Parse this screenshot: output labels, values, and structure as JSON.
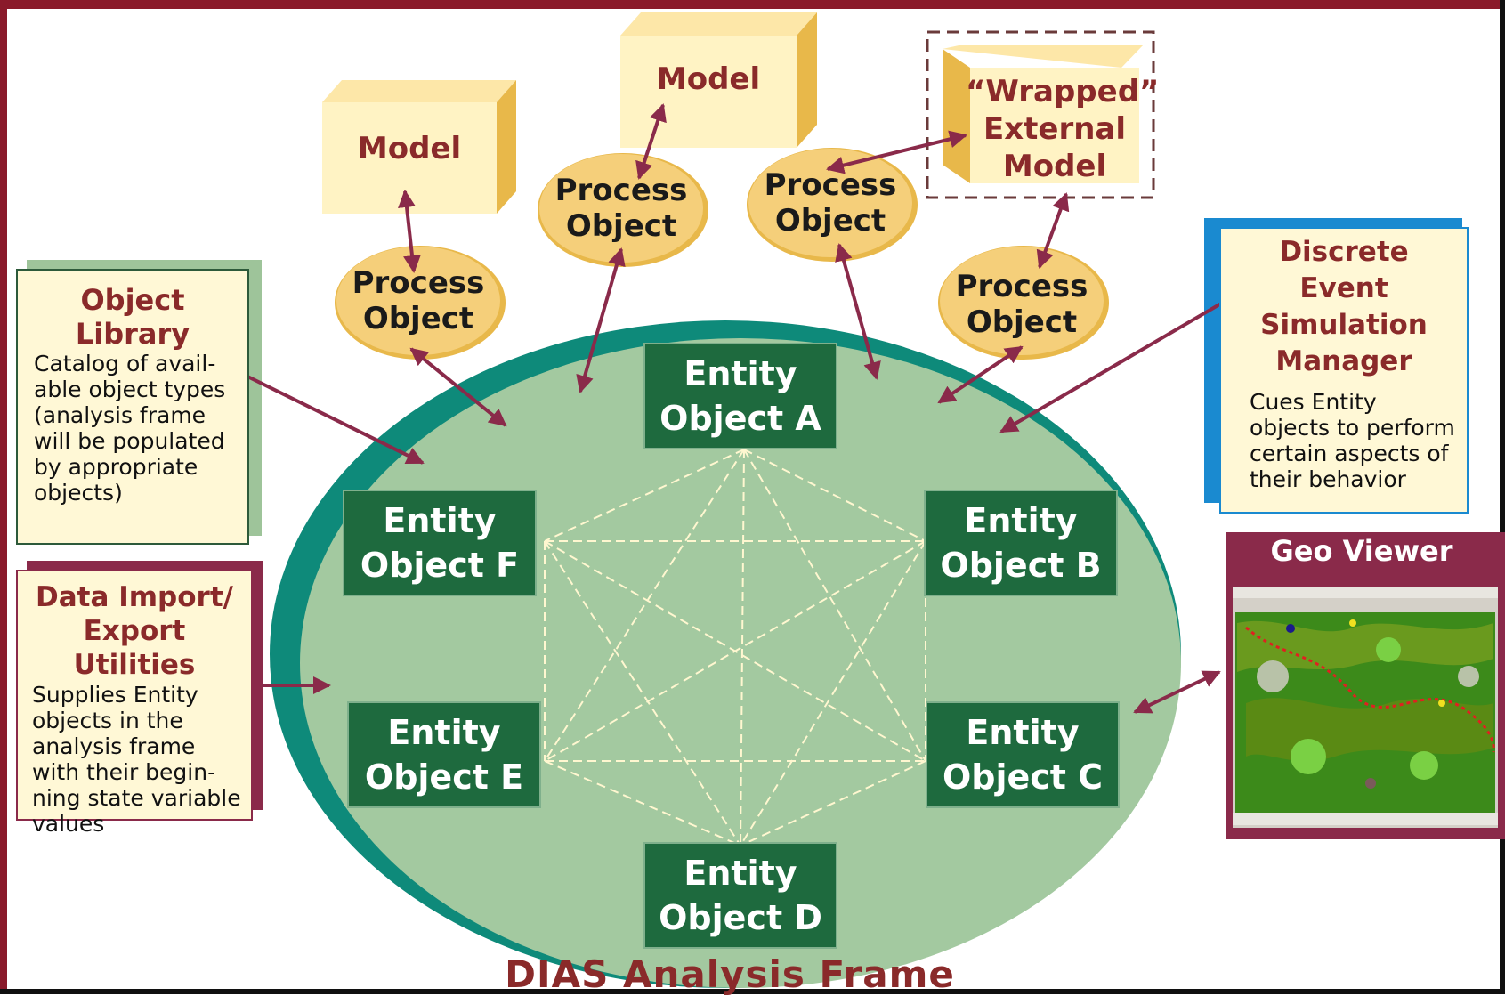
{
  "title": "DIAS Analysis Frame",
  "models": [
    {
      "label_lines": [
        "Model"
      ]
    },
    {
      "label_lines": [
        "Model"
      ]
    },
    {
      "label_lines": [
        "“Wrapped”",
        "External",
        "Model"
      ]
    }
  ],
  "process_objects": [
    {
      "line1": "Process",
      "line2": "Object"
    },
    {
      "line1": "Process",
      "line2": "Object"
    },
    {
      "line1": "Process",
      "line2": "Object"
    },
    {
      "line1": "Process",
      "line2": "Object"
    }
  ],
  "entities": {
    "a": {
      "line1": "Entity",
      "line2": "Object A"
    },
    "b": {
      "line1": "Entity",
      "line2": "Object B"
    },
    "c": {
      "line1": "Entity",
      "line2": "Object C"
    },
    "d": {
      "line1": "Entity",
      "line2": "Object D"
    },
    "e": {
      "line1": "Entity",
      "line2": "Object E"
    },
    "f": {
      "line1": "Entity",
      "line2": "Object F"
    }
  },
  "object_library": {
    "title_lines": [
      "Object",
      "Library"
    ],
    "desc_lines": [
      "Catalog of avail-",
      "able object types",
      "(analysis frame",
      "will be populated",
      "by appropriate",
      "objects)"
    ]
  },
  "data_import": {
    "title_lines": [
      "Data Import/",
      "Export Utilities"
    ],
    "desc_lines": [
      "Supplies Entity",
      "objects in the",
      "analysis frame",
      "with their begin-",
      "ning state variable",
      "values"
    ]
  },
  "des_manager": {
    "title_lines": [
      "Discrete",
      "Event",
      "Simulation",
      "Manager"
    ],
    "desc_lines": [
      "Cues Entity",
      "objects to perform",
      "certain aspects of",
      "their behavior"
    ]
  },
  "geo_viewer": {
    "title": "Geo Viewer"
  },
  "colors": {
    "frame": "#8a1a2a",
    "entity_fill": "#1e6a3e",
    "ellipse_fill": "#a3c9a0",
    "ellipse_rim": "#0e8a7a",
    "process_fill": "#f5cf7a",
    "model_face": "#fff3c4",
    "model_side": "#e8b84a",
    "arrow": "#8a2a4a",
    "title_text": "#8a2a2a"
  }
}
